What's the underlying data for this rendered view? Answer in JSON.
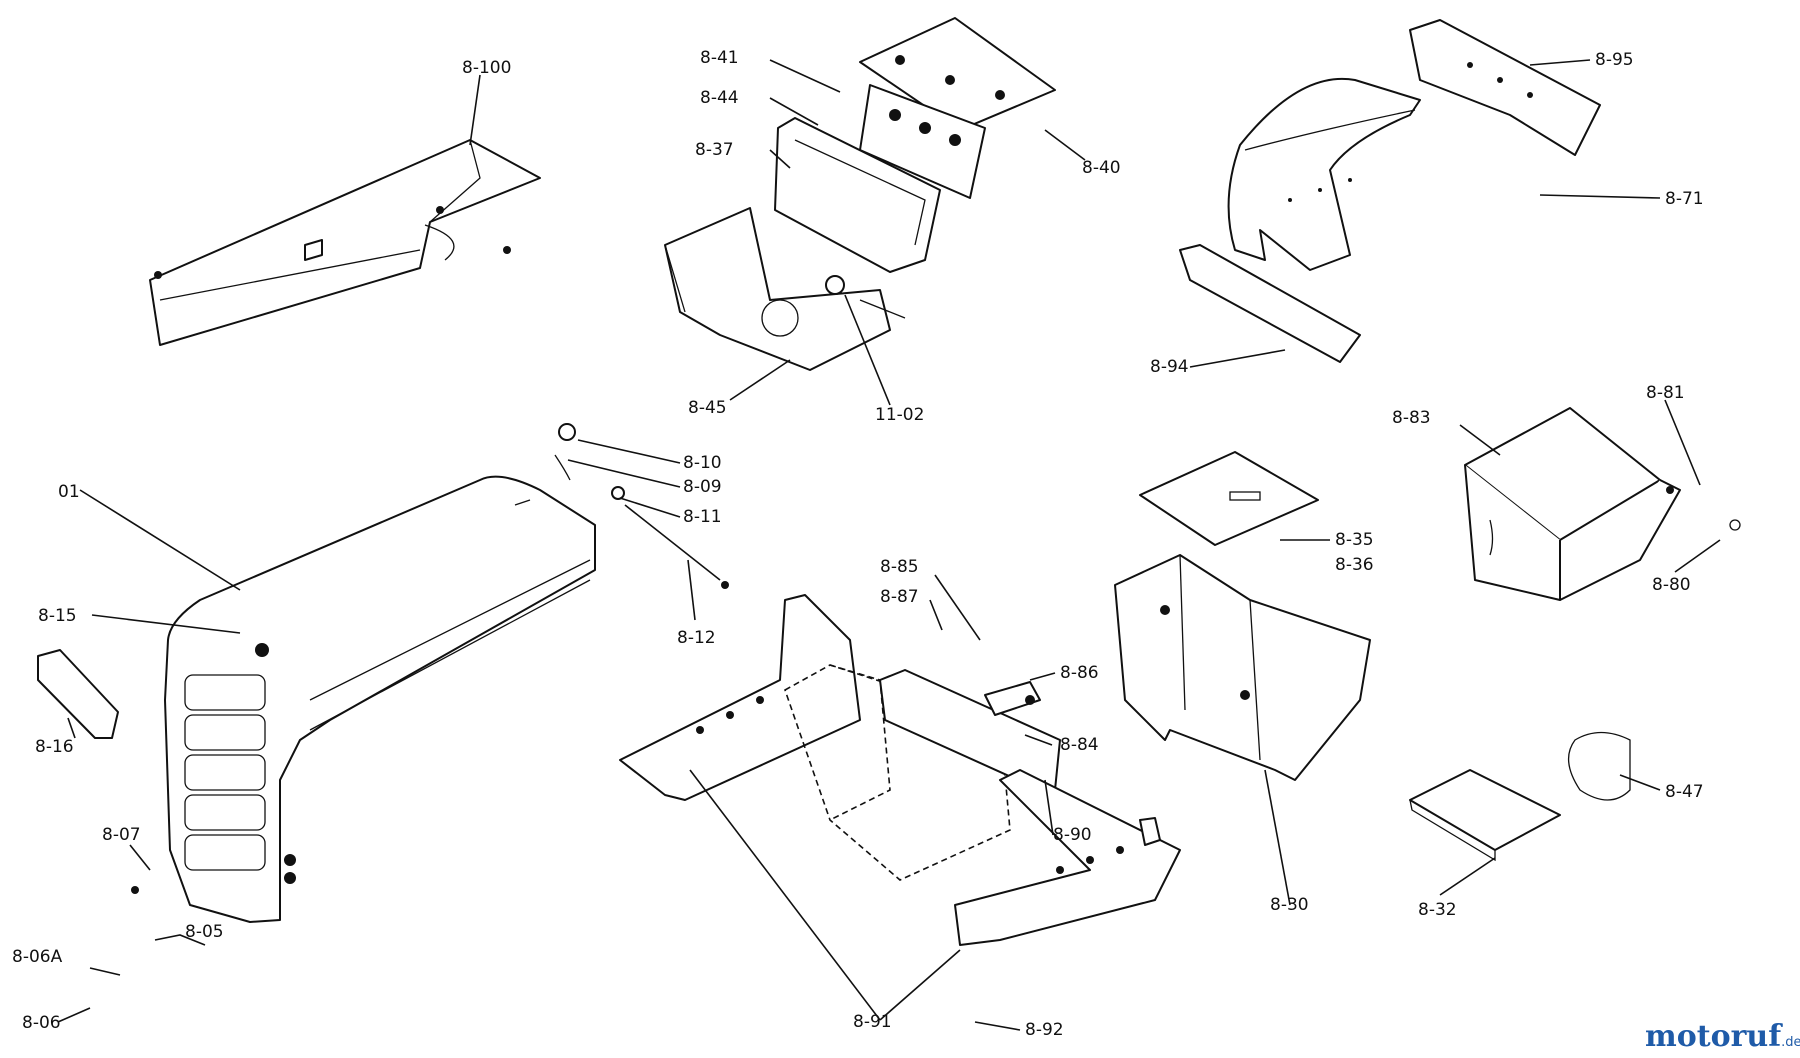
{
  "parts": [
    {
      "id": "01",
      "text": "01"
    },
    {
      "id": "8-05",
      "text": "8-05"
    },
    {
      "id": "8-06A",
      "text": "8-06A"
    },
    {
      "id": "8-06",
      "text": "8-06"
    },
    {
      "id": "8-07",
      "text": "8-07"
    },
    {
      "id": "8-09",
      "text": "8-09"
    },
    {
      "id": "8-10",
      "text": "8-10"
    },
    {
      "id": "8-11",
      "text": "8-11"
    },
    {
      "id": "8-12",
      "text": "8-12"
    },
    {
      "id": "8-15",
      "text": "8-15"
    },
    {
      "id": "8-16",
      "text": "8-16"
    },
    {
      "id": "8-30",
      "text": "8-30"
    },
    {
      "id": "8-32",
      "text": "8-32"
    },
    {
      "id": "8-35",
      "text": "8-35"
    },
    {
      "id": "8-36",
      "text": "8-36"
    },
    {
      "id": "8-37",
      "text": "8-37"
    },
    {
      "id": "8-40",
      "text": "8-40"
    },
    {
      "id": "8-41",
      "text": "8-41"
    },
    {
      "id": "8-44",
      "text": "8-44"
    },
    {
      "id": "8-45",
      "text": "8-45"
    },
    {
      "id": "8-47",
      "text": "8-47"
    },
    {
      "id": "8-71",
      "text": "8-71"
    },
    {
      "id": "8-80",
      "text": "8-80"
    },
    {
      "id": "8-81",
      "text": "8-81"
    },
    {
      "id": "8-83",
      "text": "8-83"
    },
    {
      "id": "8-84",
      "text": "8-84"
    },
    {
      "id": "8-85",
      "text": "8-85"
    },
    {
      "id": "8-86",
      "text": "8-86"
    },
    {
      "id": "8-87",
      "text": "8-87"
    },
    {
      "id": "8-90",
      "text": "8-90"
    },
    {
      "id": "8-91",
      "text": "8-91"
    },
    {
      "id": "8-92",
      "text": "8-92"
    },
    {
      "id": "8-94",
      "text": "8-94"
    },
    {
      "id": "8-95",
      "text": "8-95"
    },
    {
      "id": "8-100",
      "text": "8-100"
    },
    {
      "id": "11-02",
      "text": "11-02"
    }
  ],
  "watermark": {
    "brand": "motoruf",
    "suffix": ".de",
    "color_main": "#1f5ba8",
    "color_dot": "#e0701b"
  }
}
